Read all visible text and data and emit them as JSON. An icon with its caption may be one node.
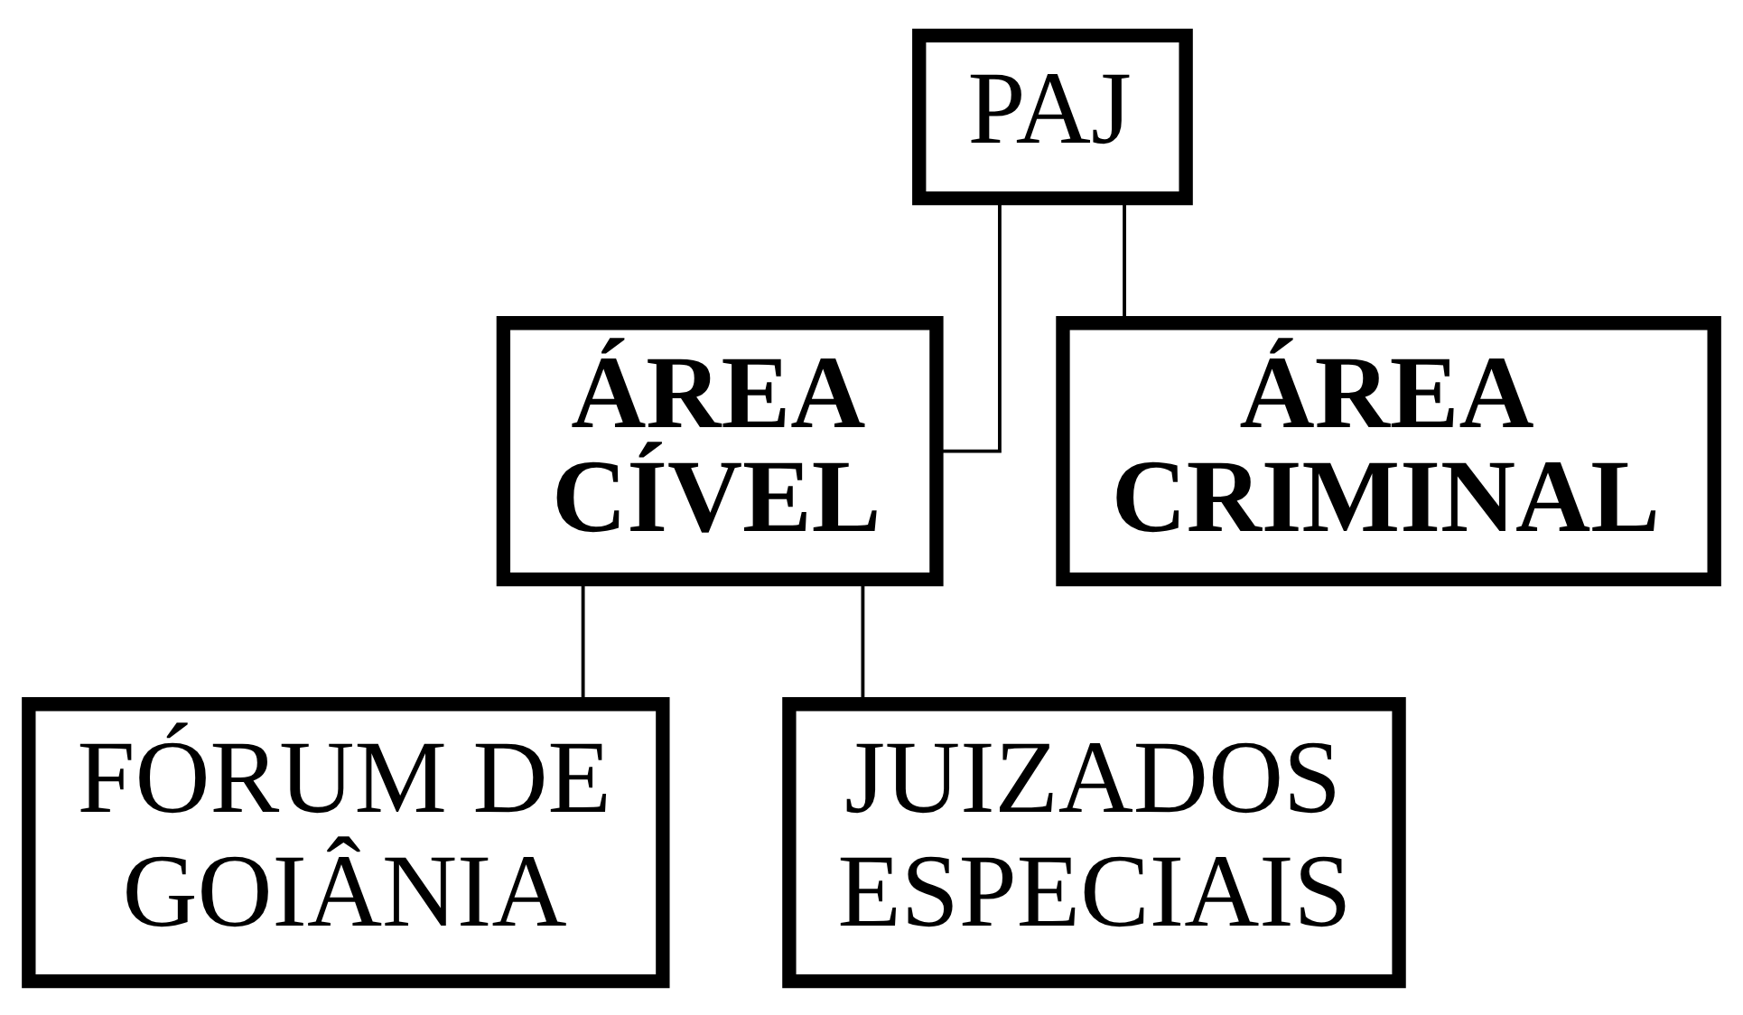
{
  "diagram": {
    "nodes": [
      {
        "text": [
          "PAJ"
        ]
      },
      {
        "text": [
          "ÁREA CÍVEL"
        ]
      },
      {
        "text": [
          "ÁREA CRIMINAL"
        ]
      },
      {
        "text": [
          "FÓRUM DE GOIÂNIA"
        ]
      },
      {
        "text": [
          "JUIZADOS ESPECIAIS"
        ]
      }
    ],
    "edges": [
      {
        "from": 0,
        "to": 1,
        "arrow": "none"
      },
      {
        "from": 0,
        "to": 2,
        "arrow": "none"
      },
      {
        "from": 1,
        "to": 3,
        "arrow": "none"
      },
      {
        "from": 1,
        "to": 4,
        "arrow": "none"
      }
    ]
  }
}
